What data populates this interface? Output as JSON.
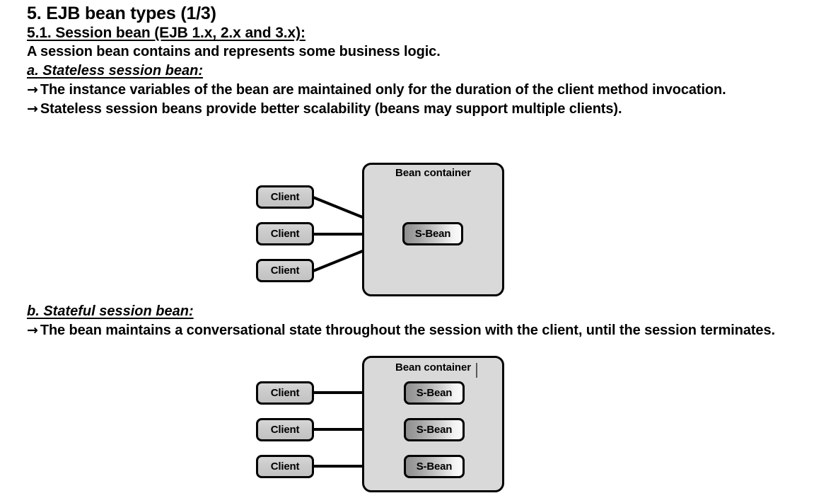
{
  "document": {
    "title": "5. EJB bean types (1/3)",
    "subtitle": "5.1. Session bean (EJB 1.x, 2.x and 3.x):",
    "intro": "A session bean contains and represents some business logic.",
    "section_a": {
      "heading": "a. Stateless session bean:",
      "arrow": "→",
      "bullets": [
        "The instance variables of the bean are maintained only for the duration of the client method invocation.",
        "Stateless session beans provide better scalability (beans may support multiple clients)."
      ]
    },
    "section_b": {
      "heading": "b. Stateful session bean:",
      "arrow": "→",
      "bullets": [
        "The bean maintains a conversational state throughout the session with the client, until the session terminates."
      ]
    }
  },
  "diagram_stateless": {
    "container_label": "Bean container",
    "clients": [
      {
        "label": "Client"
      },
      {
        "label": "Client"
      },
      {
        "label": "Client"
      }
    ],
    "beans": [
      {
        "label": "S-Bean"
      }
    ]
  },
  "diagram_stateful": {
    "container_label": "Bean container",
    "clients": [
      {
        "label": "Client"
      },
      {
        "label": "Client"
      },
      {
        "label": "Client"
      }
    ],
    "beans": [
      {
        "label": "S-Bean"
      },
      {
        "label": "S-Bean"
      },
      {
        "label": "S-Bean"
      }
    ]
  },
  "colors": {
    "page_background": "#ffffff",
    "container_fill": "#d9d9d9",
    "client_fill": "#cccccc",
    "bean_gradient_start": "#8e8e8e",
    "bean_gradient_end": "#fbfbfb",
    "stroke": "#000000"
  }
}
